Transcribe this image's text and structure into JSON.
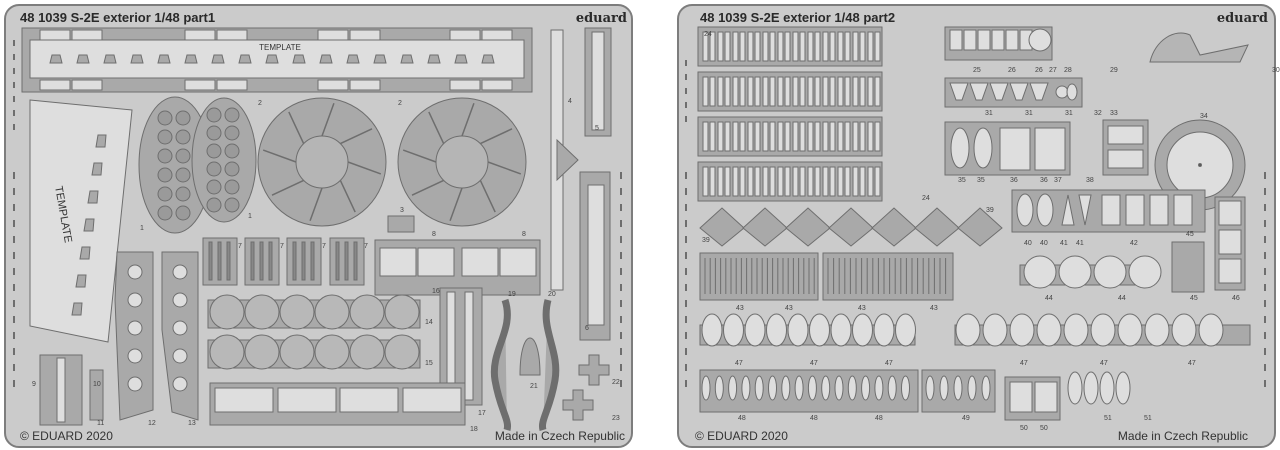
{
  "colors": {
    "background": "#ffffff",
    "fret": "#cbcbcb",
    "fret_edge": "#7d7d7d",
    "part": "#a9a9a9",
    "part_edge": "#6e6e6e"
  },
  "part1": {
    "title": "48 1039  S-2E exterior   1/48   part1",
    "brand": "eduard",
    "template_label": "TEMPLATE",
    "copyright": "© EDUARD 2020",
    "origin": "Made in Czech Republic",
    "labels": [
      "1",
      "1",
      "2",
      "2",
      "3",
      "4",
      "5",
      "6",
      "7",
      "7",
      "7",
      "7",
      "8",
      "8",
      "9",
      "10",
      "11",
      "12",
      "13",
      "14",
      "15",
      "16",
      "17",
      "18",
      "19",
      "20",
      "21",
      "22",
      "23"
    ]
  },
  "part2": {
    "title": "48 1039  S-2E exterior   1/48   part2",
    "brand": "eduard",
    "copyright": "© EDUARD 2020",
    "origin": "Made in Czech Republic",
    "labels": [
      "24",
      "24",
      "25",
      "26",
      "26",
      "27",
      "28",
      "29",
      "30",
      "31",
      "31",
      "31",
      "32",
      "33",
      "34",
      "35",
      "35",
      "36",
      "36",
      "37",
      "38",
      "39",
      "39",
      "40",
      "40",
      "41",
      "41",
      "42",
      "43",
      "43",
      "43",
      "43",
      "44",
      "44",
      "45",
      "45",
      "46",
      "47",
      "47",
      "47",
      "47",
      "47",
      "47",
      "48",
      "48",
      "48",
      "49",
      "50",
      "50",
      "51",
      "51"
    ]
  }
}
